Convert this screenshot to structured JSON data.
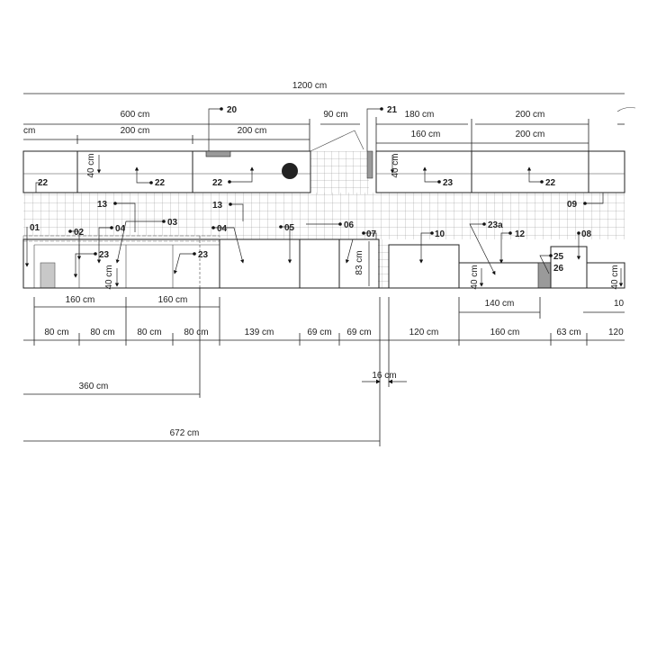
{
  "dimensions": {
    "total": "1200 cm",
    "d600": "600 cm",
    "d200a": "200 cm",
    "d200b": "200 cm",
    "d90": "90 cm",
    "d180": "180 cm",
    "d160top": "160 cm",
    "d200c": "200 cm",
    "d200d": "200 cm",
    "cut_left": "cm",
    "h40a": "40 cm",
    "h40b": "40 cm",
    "h40c": "40 cm",
    "h40d": "40 cm",
    "h40e": "40 cm",
    "h83": "83 cm",
    "b160a": "160 cm",
    "b160b": "160 cm",
    "b140": "140 cm",
    "b10": "10",
    "s80a": "80 cm",
    "s80b": "80 cm",
    "s80c": "80 cm",
    "s80d": "80 cm",
    "s139": "139 cm",
    "s69a": "69 cm",
    "s69b": "69 cm",
    "s120a": "120 cm",
    "s160": "160 cm",
    "s63": "63 cm",
    "s120b": "120",
    "d16": "16 cm",
    "d360": "360 cm",
    "d672": "672 cm"
  },
  "labels": {
    "l20": "20",
    "l21": "21",
    "l22a": "22",
    "l22b": "22",
    "l22c": "22",
    "l22d": "22",
    "l23top": "23",
    "l13a": "13",
    "l13b": "13",
    "l09": "09",
    "l01": "01",
    "l02": "02",
    "l04a": "04",
    "l03": "03",
    "l04b": "04",
    "l05": "05",
    "l06": "06",
    "l07": "07",
    "l10": "10",
    "l23a": "23a",
    "l12": "12",
    "l08": "08",
    "l23b": "23",
    "l23c": "23",
    "l25": "25",
    "l26": "26"
  }
}
